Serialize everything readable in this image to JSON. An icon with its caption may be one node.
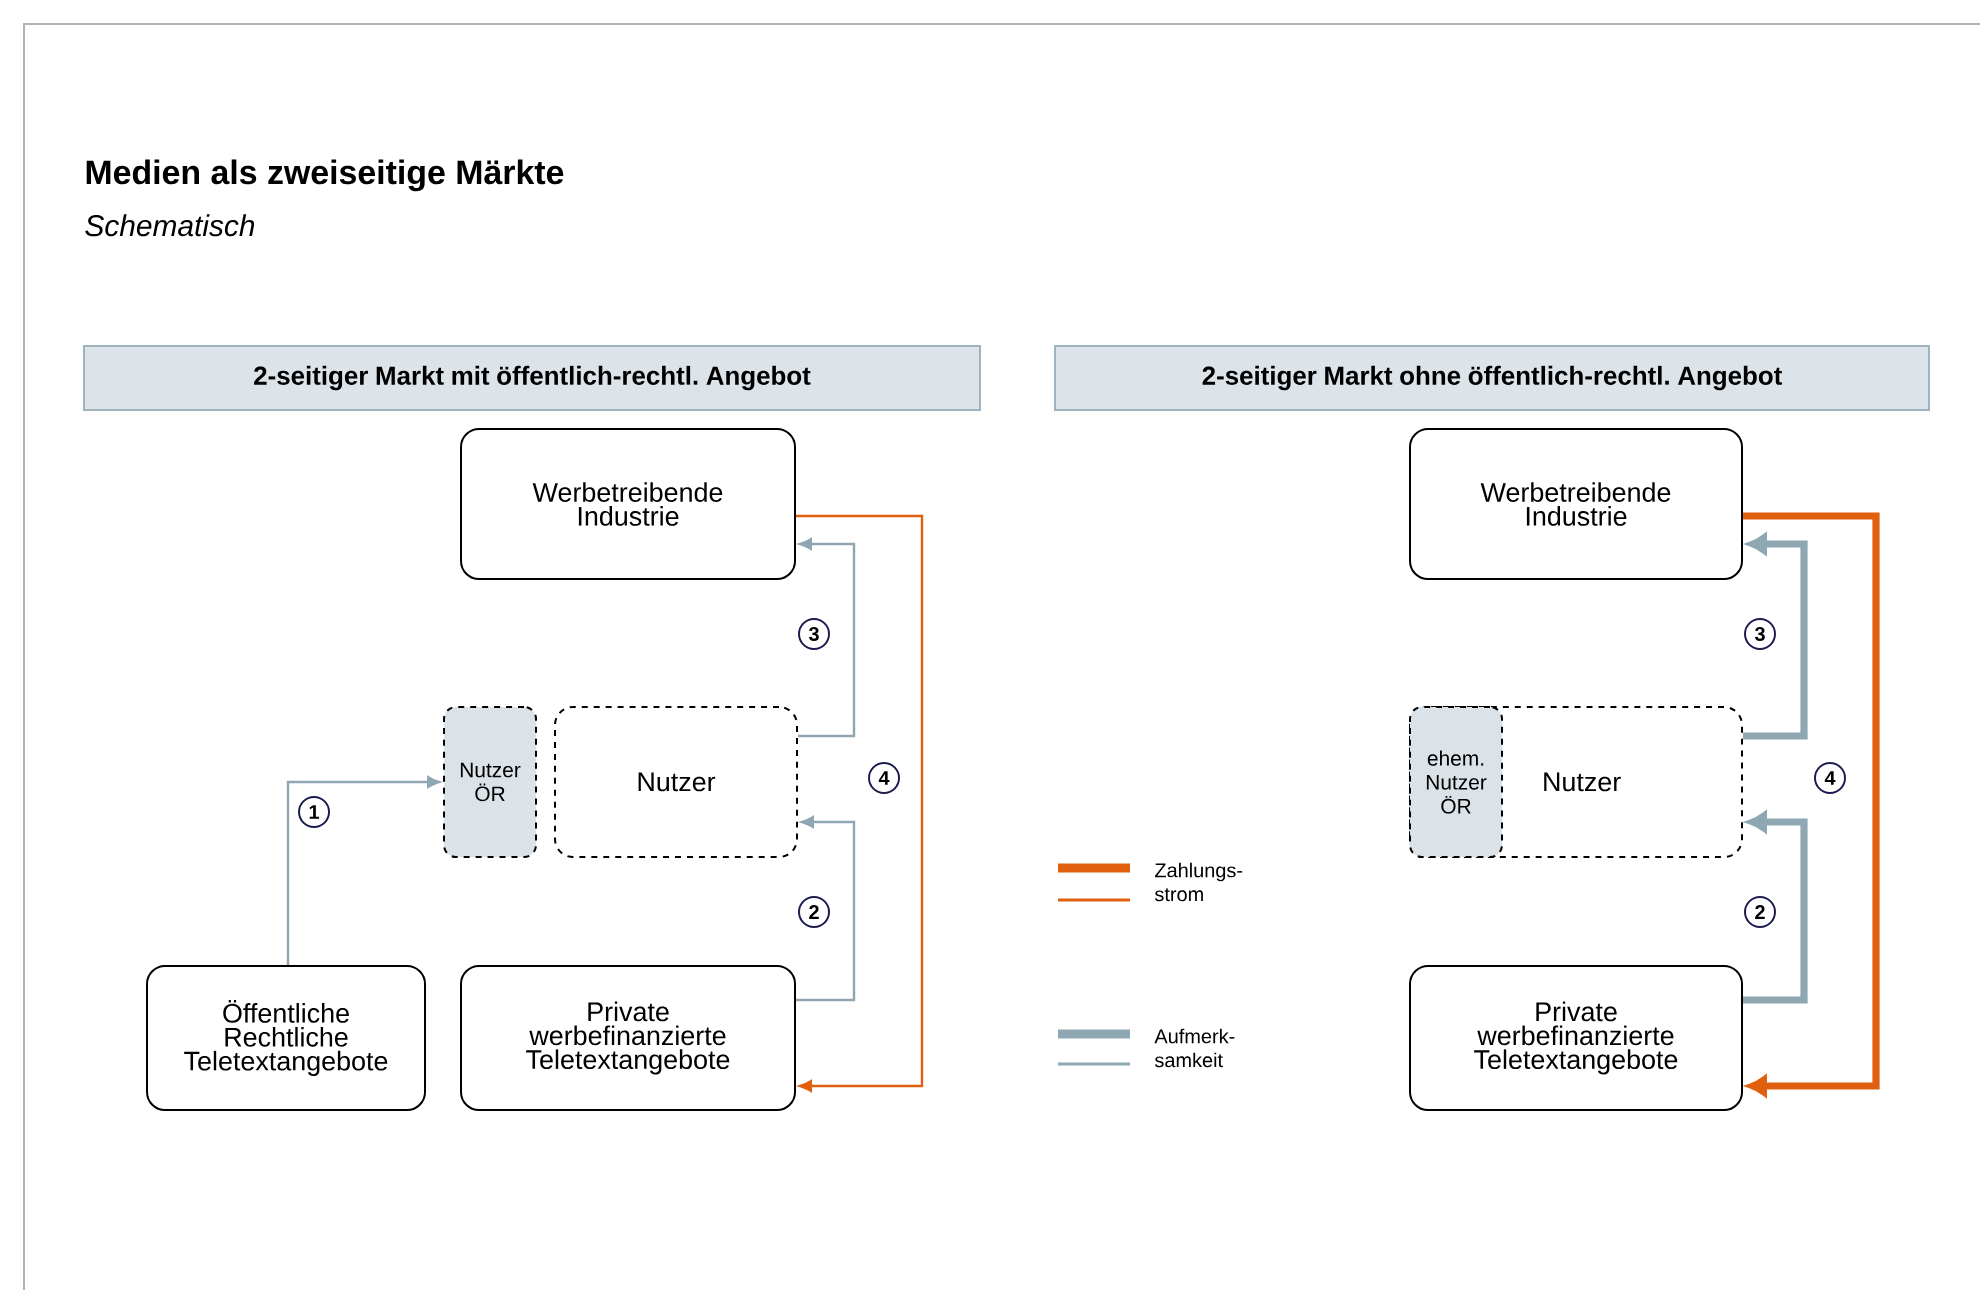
{
  "diagram": {
    "title": "Medien als zweiseitige Märkte",
    "nodes": [
      {
        "text": [
          "2-seitiger Markt mit öffentlich-rechtl. Angebot"
        ]
      },
      {
        "text": [
          "Werbetreibende Industrie"
        ]
      },
      {
        "text": [
          "Nutzer ÖR"
        ]
      },
      {
        "text": [
          "Nutzer"
        ]
      },
      {
        "text": [
          "Öffentliche Rechtliche Teletextangebote"
        ]
      },
      {
        "text": [
          "Private werbefinanzierte Teletextangebote"
        ]
      },
      {
        "text": [
          "2-seitiger Markt ohne öffentlich-rechtl. Angebot"
        ]
      },
      {
        "text": [
          "Werbetreibende Industrie"
        ]
      },
      {
        "text": [
          "Nutzer"
        ]
      },
      {
        "text": [
          "ehem. Nutzer ÖR"
        ],
        "in": 8
      },
      {
        "text": [
          "Private werbefinanzierte Teletextangebote"
        ]
      }
    ],
    "edges": [
      {
        "from": 4,
        "to": 2,
        "arrow": "to",
        "label": "1"
      },
      {
        "from": 3,
        "to": 1,
        "arrow": "to",
        "label": "3"
      },
      {
        "from": 5,
        "to": 3,
        "arrow": "to",
        "label": "2"
      },
      {
        "from": 1,
        "to": 5,
        "arrow": "to",
        "label": "4",
        "color": "#e0600f"
      },
      {
        "from": 8,
        "to": 7,
        "arrow": "to",
        "label": "3",
        "style": "thick"
      },
      {
        "from": 10,
        "to": 8,
        "arrow": "to",
        "label": "2",
        "style": "thick"
      },
      {
        "from": 7,
        "to": 10,
        "arrow": "to",
        "label": "4",
        "style": "thick",
        "color": "#e0600f"
      }
    ],
    "labels": [
      "Schematisch"
    ],
    "legend": [
      {
        "text": "Zahlungs- strom"
      },
      {
        "text": "Aufmerk- samkeit"
      }
    ]
  }
}
